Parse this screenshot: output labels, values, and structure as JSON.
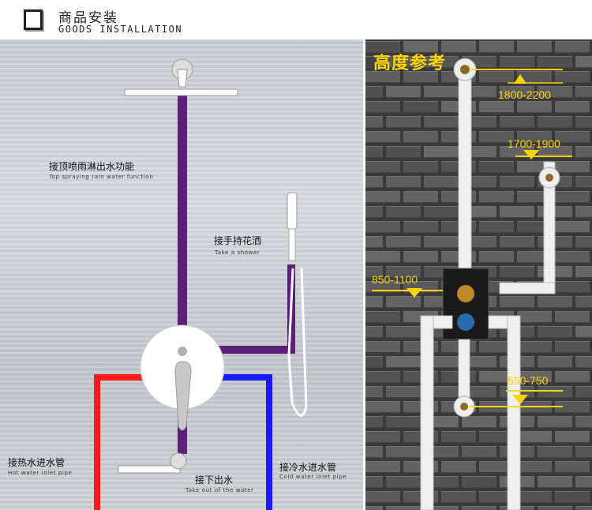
{
  "header": {
    "title_cn": "商品安装",
    "title_en": "GOODS INSTALLATION"
  },
  "left": {
    "top_spray": {
      "cn": "接顶喷雨淋出水功能",
      "en": "Top spraying rain water function"
    },
    "hand_shower": {
      "cn": "接手持花洒",
      "en": "Take a shower"
    },
    "hot_inlet": {
      "cn": "接热水进水管",
      "en": "Hot water inlet pipe"
    },
    "bottom_out": {
      "cn": "接下出水",
      "en": "Take out of the water"
    },
    "cold_inlet": {
      "cn": "接冷水进水管",
      "en": "Cold water inlet pipe"
    }
  },
  "right": {
    "title": "高度参考",
    "h1": "1800-2200",
    "h2": "1700-1900",
    "h3": "850-1100",
    "h4": "550-750"
  },
  "colors": {
    "purple_pipe": "#5c1f7a",
    "hot_pipe": "#ff1a1a",
    "cold_pipe": "#1a1aff",
    "accent_yellow": "#ffd400"
  }
}
